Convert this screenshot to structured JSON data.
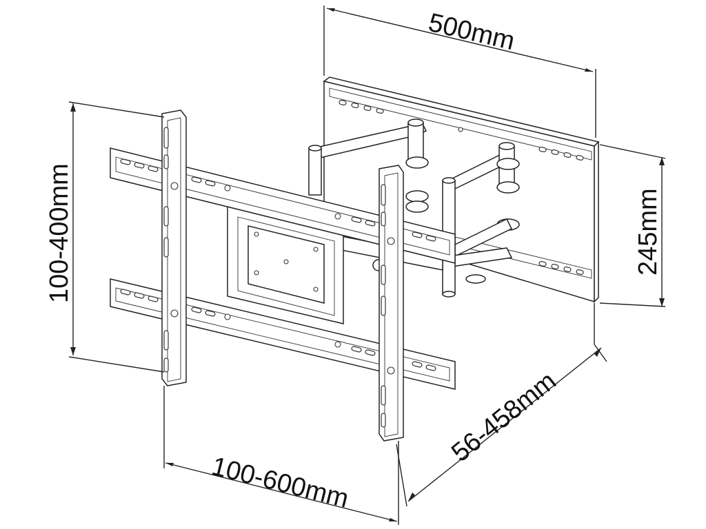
{
  "dimensions": {
    "wall_width": "500mm",
    "wall_height": "245mm",
    "extension": "56-458mm",
    "vesa_horizontal": "100-600mm",
    "vesa_vertical": "100-400mm"
  }
}
